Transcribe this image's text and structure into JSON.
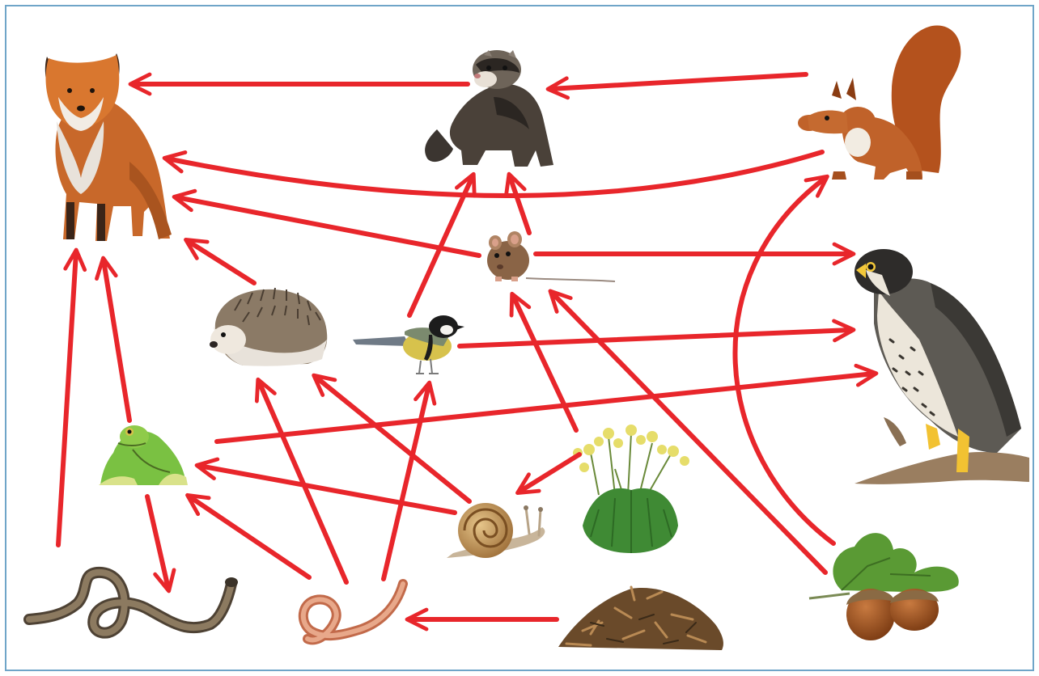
{
  "diagram": {
    "type": "food-web",
    "arrow_color": "#e8262b",
    "frame_color": "#6fa5c8",
    "organisms": [
      {
        "id": "fox",
        "icon": "fox-icon"
      },
      {
        "id": "ferret",
        "icon": "ferret-icon"
      },
      {
        "id": "squirrel",
        "icon": "squirrel-icon"
      },
      {
        "id": "mouse",
        "icon": "mouse-icon"
      },
      {
        "id": "falcon",
        "icon": "falcon-icon"
      },
      {
        "id": "hedgehog",
        "icon": "hedgehog-icon"
      },
      {
        "id": "tit",
        "icon": "bird-icon"
      },
      {
        "id": "frog",
        "icon": "frog-icon"
      },
      {
        "id": "snail",
        "icon": "snail-icon"
      },
      {
        "id": "primrose",
        "icon": "flower-icon"
      },
      {
        "id": "snake",
        "icon": "snake-icon"
      },
      {
        "id": "worm",
        "icon": "worm-icon"
      },
      {
        "id": "leaf-litter",
        "icon": "leaf-litter-icon"
      },
      {
        "id": "acorns",
        "icon": "acorn-icon"
      }
    ],
    "links": [
      {
        "from": "ferret",
        "to": "fox"
      },
      {
        "from": "squirrel",
        "to": "ferret"
      },
      {
        "from": "squirrel",
        "to": "fox"
      },
      {
        "from": "mouse",
        "to": "fox"
      },
      {
        "from": "hedgehog",
        "to": "fox"
      },
      {
        "from": "snake",
        "to": "fox"
      },
      {
        "from": "frog",
        "to": "fox"
      },
      {
        "from": "tit",
        "to": "ferret"
      },
      {
        "from": "mouse",
        "to": "ferret"
      },
      {
        "from": "mouse",
        "to": "falcon"
      },
      {
        "from": "tit",
        "to": "falcon"
      },
      {
        "from": "frog",
        "to": "falcon"
      },
      {
        "from": "acorns",
        "to": "squirrel"
      },
      {
        "from": "primrose",
        "to": "mouse"
      },
      {
        "from": "acorns",
        "to": "mouse"
      },
      {
        "from": "primrose",
        "to": "snail"
      },
      {
        "from": "snail",
        "to": "hedgehog"
      },
      {
        "from": "worm",
        "to": "hedgehog"
      },
      {
        "from": "worm",
        "to": "tit"
      },
      {
        "from": "snail",
        "to": "frog"
      },
      {
        "from": "worm",
        "to": "frog"
      },
      {
        "from": "frog",
        "to": "snake"
      },
      {
        "from": "leaf-litter",
        "to": "worm"
      }
    ]
  }
}
